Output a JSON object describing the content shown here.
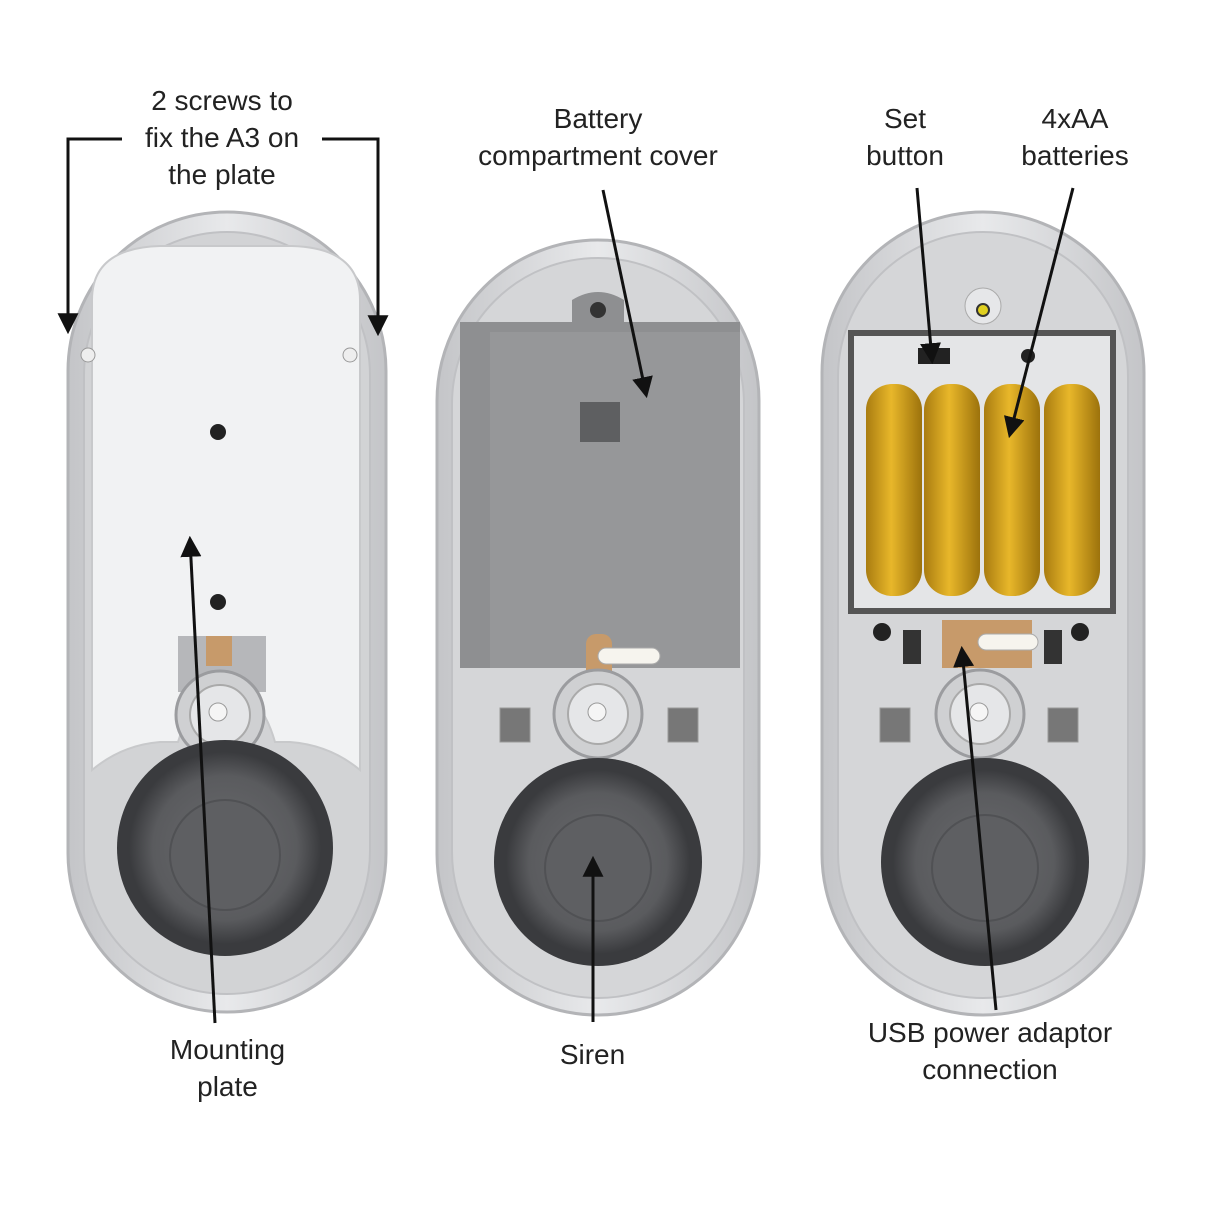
{
  "labels": {
    "screws": {
      "line1": "2 screws to",
      "line2": "fix the A3 on",
      "line3": "the plate"
    },
    "battery_cover": {
      "line1": "Battery",
      "line2": "compartment cover"
    },
    "set_button": {
      "line1": "Set",
      "line2": "button"
    },
    "batteries": {
      "line1": "4xAA",
      "line2": "batteries"
    },
    "mounting_plate": {
      "line1": "Mounting",
      "line2": "plate"
    },
    "siren": {
      "line1": "Siren"
    },
    "usb": {
      "line1": "USB power adaptor",
      "line2": "connection"
    }
  },
  "colors": {
    "housing": "#d8d9db",
    "housing_edge": "#b9babd",
    "plate": "#f1f2f3",
    "cover": "#8e8f91",
    "battery": "#d4a11c",
    "speaker": "#616265",
    "text": "#222222"
  }
}
